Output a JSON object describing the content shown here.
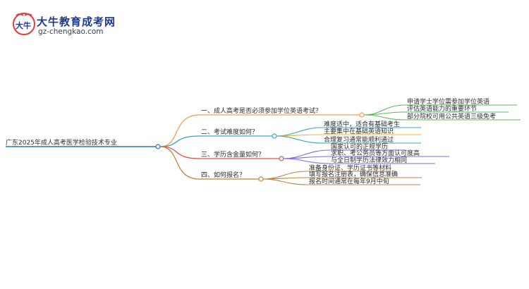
{
  "brand": {
    "name": "大牛教育成考网",
    "url": "gz-chengkao.com",
    "logo_text": "大牛"
  },
  "root": {
    "label": "广东2025年成人高考医学检验技术专业",
    "color": "#2f6fb3"
  },
  "branches": [
    {
      "label": "一、成人高考是否必须参加学位英语考试？",
      "color": "#f59e5b",
      "children": [
        {
          "label": "申请学士学位需参加学位英语",
          "color": "#5cb85c"
        },
        {
          "label": "评估英语能力的重要环节",
          "color": "#5cb85c"
        },
        {
          "label": "部分院校可用公共英语三级免考",
          "color": "#5cb85c"
        }
      ]
    },
    {
      "label": "二、考试难度如何？",
      "color": "#3aa6b9",
      "children": [
        {
          "label": "难度适中，适合有基础考生",
          "color": "#3aa6b9"
        },
        {
          "label": "主要集中在基础英语知识",
          "color": "#f0b23a"
        },
        {
          "label": "合理复习通常能顺利通过",
          "color": "#3aa6b9"
        }
      ]
    },
    {
      "label": "三、学历含金量如何？",
      "color": "#d9534f",
      "children": [
        {
          "label": "国家认可的正规学历",
          "color": "#7b6cd9"
        },
        {
          "label": "求职、考公务员等方面认可度高",
          "color": "#7b6cd9"
        },
        {
          "label": "与全日制学历法律效力相同",
          "color": "#7b6cd9"
        }
      ]
    },
    {
      "label": "四、如何报名？",
      "color": "#b8863b",
      "children": [
        {
          "label": "准备身份证、学历证书等材料",
          "color": "#b8863b"
        },
        {
          "label": "填写报名注册表，确保信息准确",
          "color": "#b8863b"
        },
        {
          "label": "报名时间通常在每年9月中旬",
          "color": "#b8863b"
        }
      ]
    }
  ]
}
